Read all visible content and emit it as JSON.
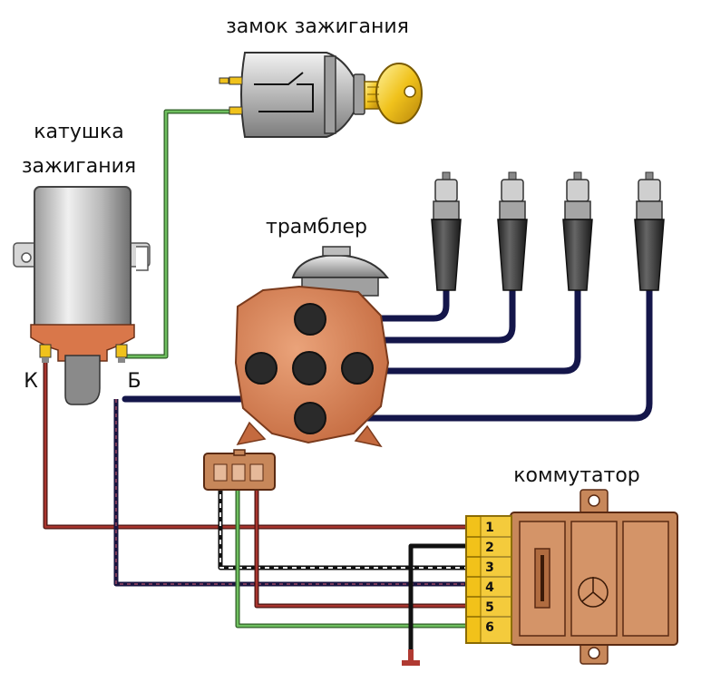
{
  "labels": {
    "ignition_switch": "замок зажигания",
    "ignition_coil_line1": "катушка",
    "ignition_coil_line2": "зажигания",
    "distributor": "трамблер",
    "commutator": "коммутатор",
    "coil_terminal_k": "К",
    "coil_terminal_b": "Б"
  },
  "commutator_pins": [
    "1",
    "2",
    "3",
    "4",
    "5",
    "6"
  ],
  "colors": {
    "hv_wire": "#14164a",
    "green_wire": "#5aa44e",
    "brown_red_wire": "#8b2a24",
    "black_wire": "#111111",
    "pin_yellow": "#f2c21a",
    "commutator_body": "#c7875a",
    "distributor_cap": "#d27a4e",
    "key_gold": "#f0c21c",
    "coil_base": "#d9774a"
  }
}
